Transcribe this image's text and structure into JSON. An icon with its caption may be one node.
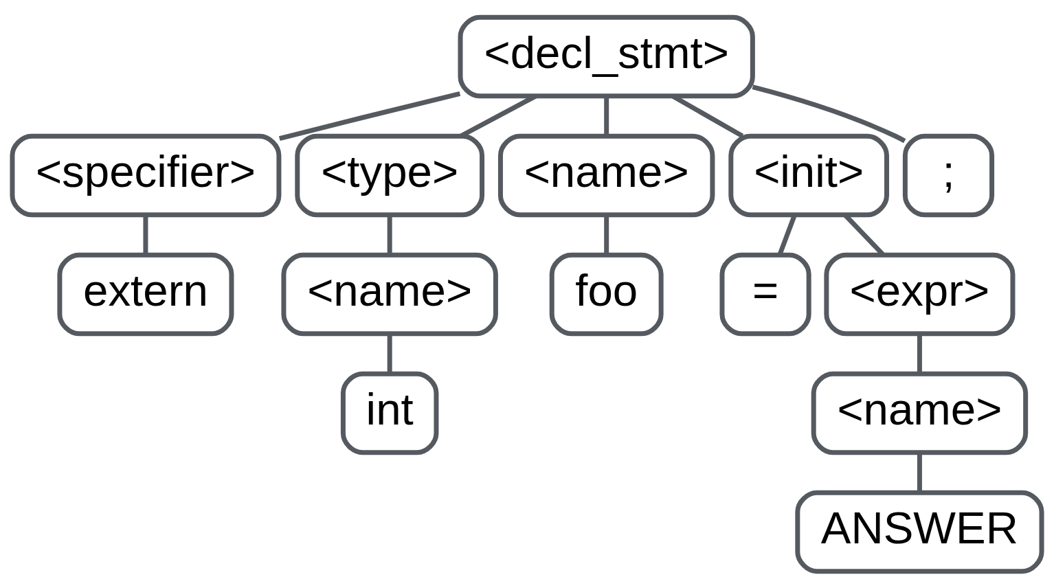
{
  "diagram": {
    "nodes": [
      {
        "text": [
          "<decl_stmt>"
        ]
      },
      {
        "text": [
          "<specifier>"
        ]
      },
      {
        "text": [
          "<type>"
        ]
      },
      {
        "text": [
          "<name>"
        ]
      },
      {
        "text": [
          "<init>"
        ]
      },
      {
        "text": [
          ";"
        ]
      },
      {
        "text": [
          "extern"
        ]
      },
      {
        "text": [
          "<name>"
        ]
      },
      {
        "text": [
          "foo"
        ]
      },
      {
        "text": [
          "="
        ]
      },
      {
        "text": [
          "<expr>"
        ]
      },
      {
        "text": [
          "int"
        ]
      },
      {
        "text": [
          "<name>"
        ]
      },
      {
        "text": [
          "ANSWER"
        ]
      }
    ],
    "edges": [
      {
        "from": 0,
        "to": 1,
        "arrow": "none"
      },
      {
        "from": 0,
        "to": 2,
        "arrow": "none"
      },
      {
        "from": 0,
        "to": 3,
        "arrow": "none"
      },
      {
        "from": 0,
        "to": 4,
        "arrow": "none"
      },
      {
        "from": 0,
        "to": 5,
        "arrow": "none"
      },
      {
        "from": 1,
        "to": 6,
        "arrow": "none"
      },
      {
        "from": 2,
        "to": 7,
        "arrow": "none"
      },
      {
        "from": 3,
        "to": 8,
        "arrow": "none"
      },
      {
        "from": 4,
        "to": 9,
        "arrow": "none"
      },
      {
        "from": 4,
        "to": 10,
        "arrow": "none"
      },
      {
        "from": 7,
        "to": 11,
        "arrow": "none"
      },
      {
        "from": 10,
        "to": 12,
        "arrow": "none"
      },
      {
        "from": 12,
        "to": 13,
        "arrow": "none"
      }
    ]
  }
}
